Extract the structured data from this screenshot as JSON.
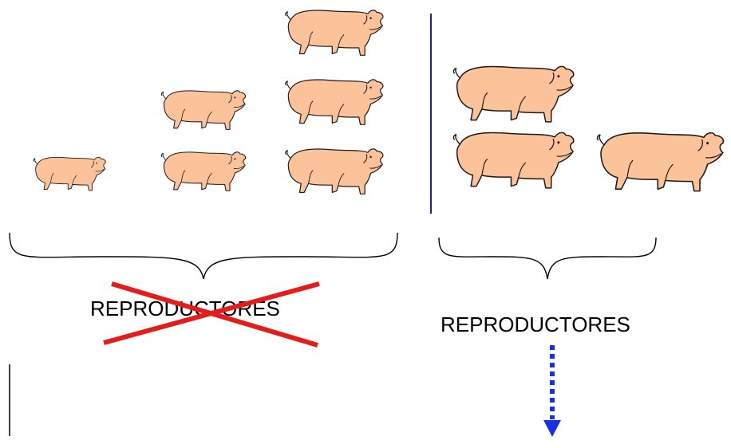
{
  "labels": {
    "left": "REPRODUCTORES",
    "right": "REPRODUCTORES"
  },
  "groups": {
    "left": {
      "pig_count": 6,
      "crossed_out": true
    },
    "right": {
      "pig_count": 3,
      "crossed_out": false
    }
  },
  "colors": {
    "pig_fill": "#fcc39b",
    "divider": "#1e1ea0",
    "cross": "#e51c1c",
    "arrow": "#1a2ee6"
  },
  "icons": {
    "pig": "pig-icon",
    "brace": "curly-brace",
    "arrow": "dotted-down-arrow"
  }
}
